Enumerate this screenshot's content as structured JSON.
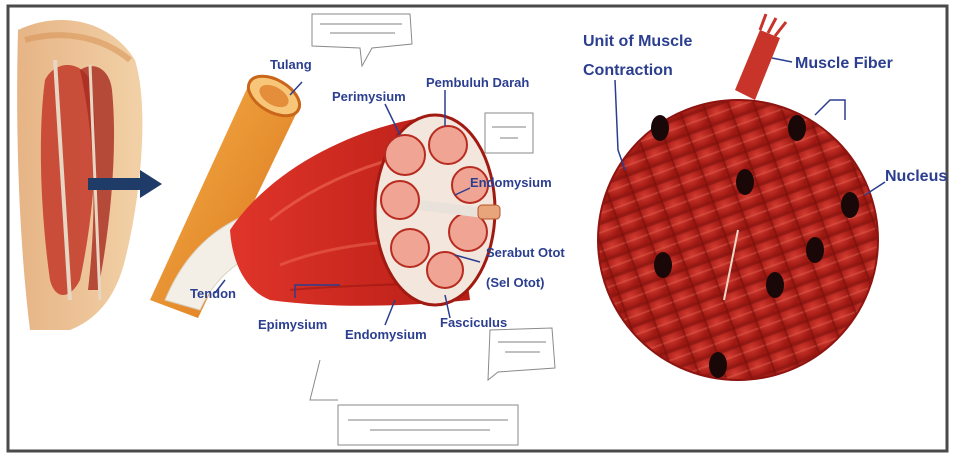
{
  "labels": {
    "tulang": "Tulang",
    "perimysium": "Perimysium",
    "pembuluh_darah": "Pembuluh Darah",
    "endomysium_right": "Endomysium",
    "serabut_otot_line1": "Serabut Otot",
    "serabut_otot_line2": "(Sel Otot)",
    "tendon": "Tendon",
    "epimysium": "Epimysium",
    "endomysium_bottom": "Endomysium",
    "fasciculus": "Fasciculus",
    "unit_line1": "Unit of Muscle",
    "unit_line2": "Contraction",
    "muscle_fiber": "Muscle Fiber",
    "nucleus": "Nucleus"
  },
  "colors": {
    "label_text": "#2b3e8f",
    "muscle_red": "#c8281e",
    "muscle_dark": "#7a1410",
    "bone": "#e8922f",
    "tendon": "#f4efe6",
    "fiber_circle": "#b81f1a"
  }
}
